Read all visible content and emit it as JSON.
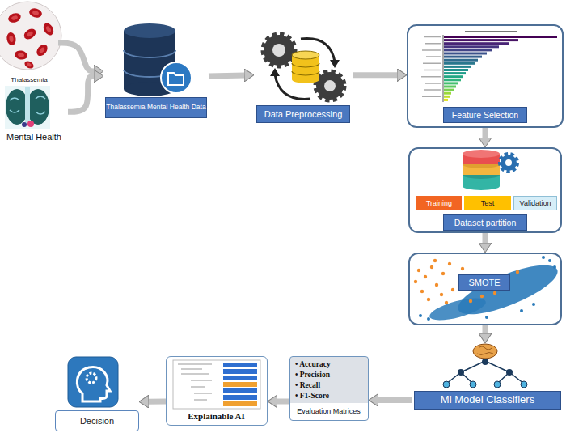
{
  "diagram": {
    "nodes": [
      {
        "text": [
          "Thalassemia"
        ]
      },
      {
        "text": [
          "Mental Health"
        ]
      },
      {
        "text": [
          "Thalassemia Mental Health Data"
        ]
      },
      {
        "text": [
          "Data Preprocessing"
        ]
      },
      {
        "text": [
          "Feature Selection"
        ]
      },
      {
        "text": [
          "Dataset partition"
        ]
      },
      {
        "text": [
          "Training"
        ],
        "in": 5
      },
      {
        "text": [
          "Test"
        ],
        "in": 5
      },
      {
        "text": [
          "Validation"
        ],
        "in": 5
      },
      {
        "text": [
          "SMOTE"
        ]
      },
      {
        "text": [
          "Ml Model Classifiers"
        ]
      },
      {
        "text": [
          "• Accuracy",
          "• Precision",
          "• Recall",
          "• F1-Score",
          "Evaluation Matrices"
        ]
      },
      {
        "text": [
          "Explainable AI"
        ]
      },
      {
        "text": [
          "Decision"
        ]
      }
    ],
    "edges": [
      {
        "from": 0,
        "to": 2,
        "arrow": "to"
      },
      {
        "from": 1,
        "to": 2,
        "arrow": "to"
      },
      {
        "from": 2,
        "to": 3,
        "arrow": "to"
      },
      {
        "from": 3,
        "to": 4,
        "arrow": "to"
      },
      {
        "from": 4,
        "to": 5,
        "arrow": "to"
      },
      {
        "from": 5,
        "to": 9,
        "arrow": "to"
      },
      {
        "from": 9,
        "to": 10,
        "arrow": "to"
      },
      {
        "from": 10,
        "to": 11,
        "arrow": "to"
      },
      {
        "from": 11,
        "to": 12,
        "arrow": "to"
      },
      {
        "from": 12,
        "to": 13,
        "arrow": "to"
      }
    ]
  }
}
